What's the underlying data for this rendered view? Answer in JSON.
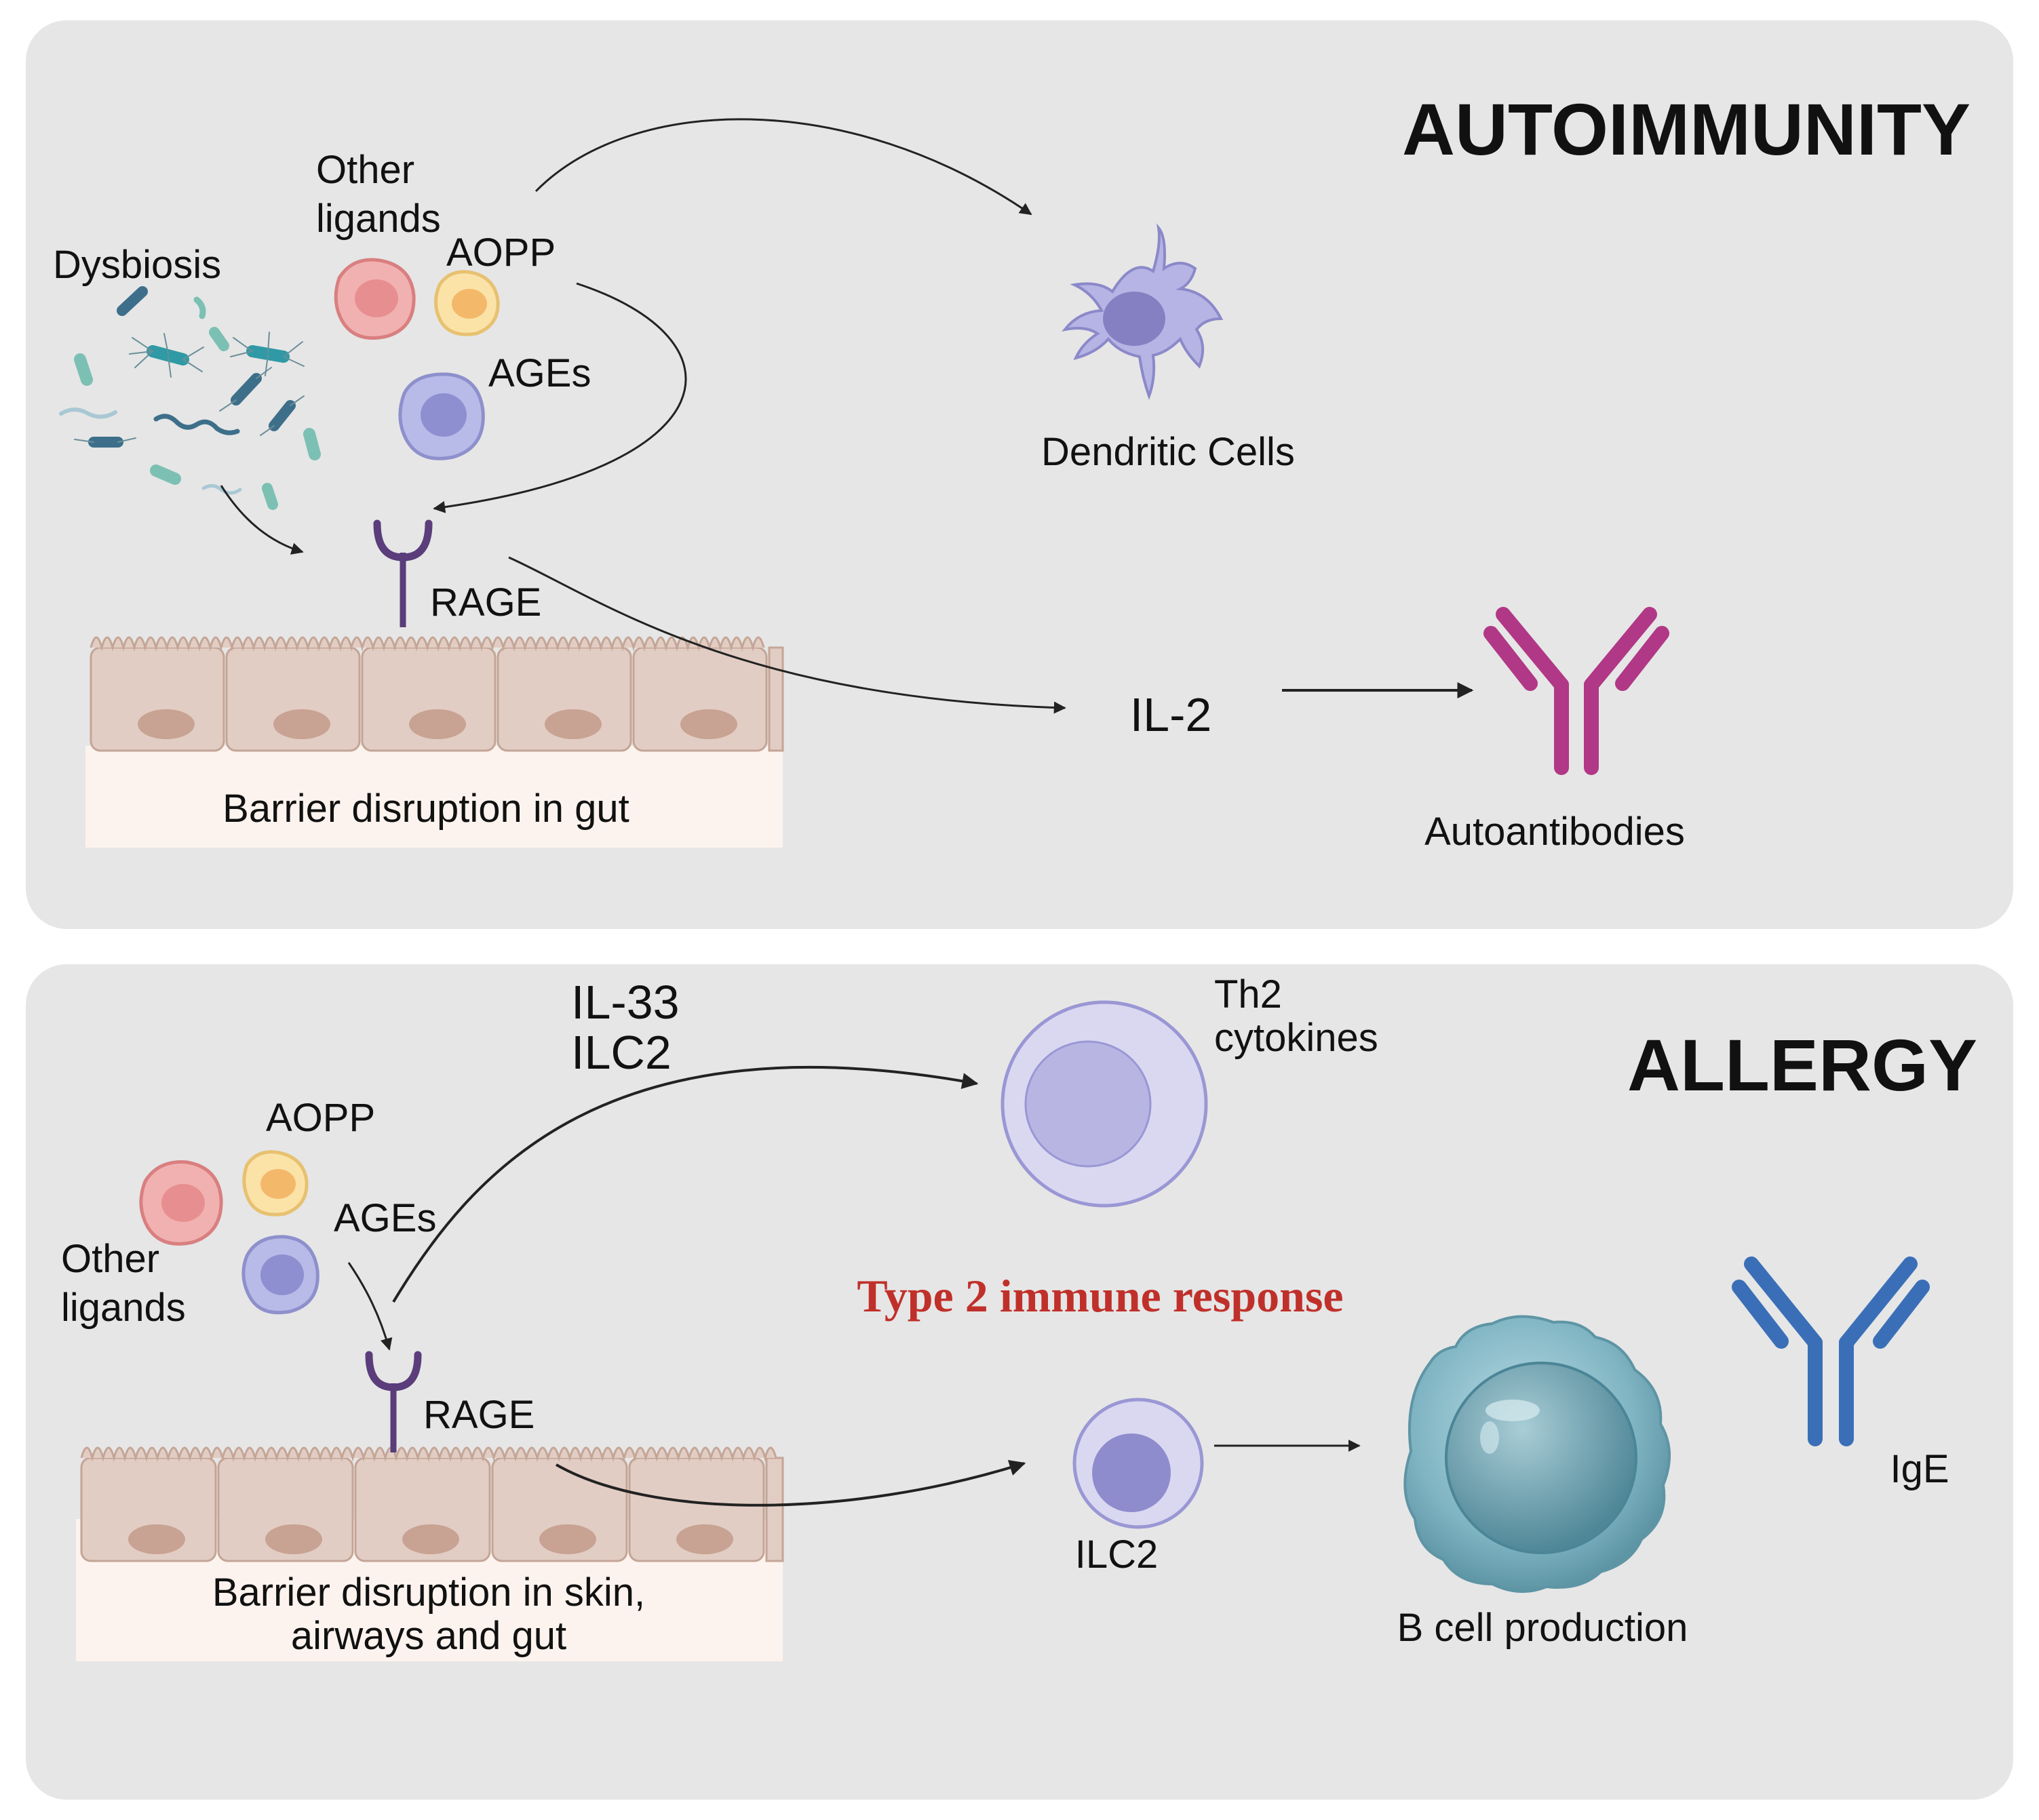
{
  "panels": {
    "autoimmunity": {
      "title": "AUTOIMMUNITY",
      "labels": {
        "dysbiosis": "Dysbiosis",
        "other_ligands_1": "Other",
        "other_ligands_2": "ligands",
        "aopp": "AOPP",
        "ages": "AGEs",
        "rage": "RAGE",
        "barrier": "Barrier disruption in gut",
        "dendritic": "Dendritic Cells",
        "il2": "IL-2",
        "autoantibodies": "Autoantibodies"
      }
    },
    "allergy": {
      "title": "ALLERGY",
      "labels": {
        "il33": "IL-33",
        "ilc2_top": "ILC2",
        "th2_1": "Th2",
        "th2_2": "cytokines",
        "aopp": "AOPP",
        "ages": "AGEs",
        "other_ligands_1": "Other",
        "other_ligands_2": "ligands",
        "rage": "RAGE",
        "barrier_1": "Barrier disruption in skin,",
        "barrier_2": "airways and gut",
        "type2": "Type 2 immune response",
        "ilc2_bottom": "ILC2",
        "bcell": "B cell production",
        "ige": "IgE"
      }
    }
  },
  "colors": {
    "panel_bg": "#e6e6e6",
    "barrier_bg": "#fdf3ee",
    "cell_fill": "#e2cdc4",
    "cell_nucleus": "#c8a292",
    "rage": "#5a3d7a",
    "autoantibody": "#b03886",
    "ige": "#3a6fb8",
    "type2_text": "#c0302a"
  }
}
